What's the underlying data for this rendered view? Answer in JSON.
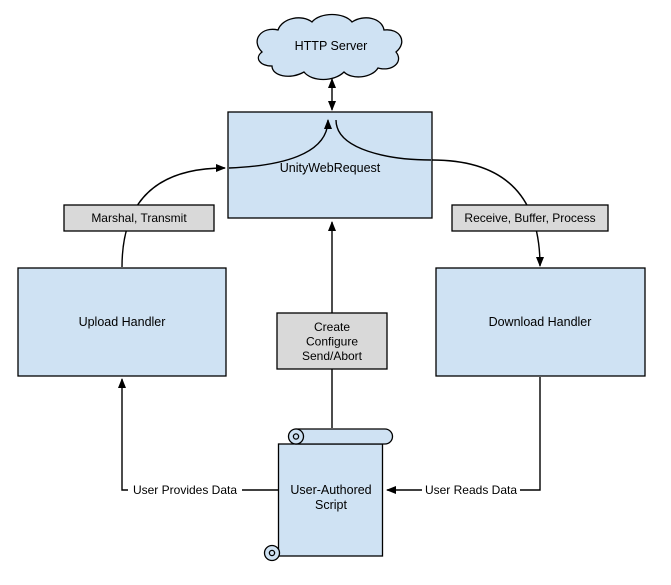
{
  "diagram": {
    "nodes": {
      "http_server": {
        "label": "HTTP Server"
      },
      "unity_web_request": {
        "label": "UnityWebRequest"
      },
      "upload_handler": {
        "label": "Upload Handler"
      },
      "download_handler": {
        "label": "Download Handler"
      },
      "user_authored_script": {
        "line1": "User-Authored",
        "line2": "Script"
      }
    },
    "edge_labels": {
      "marshal_transmit": "Marshal, Transmit",
      "receive_buffer_process": "Receive, Buffer, Process",
      "create": "Create",
      "configure": "Configure",
      "send_abort": "Send/Abort",
      "user_provides_data": "User Provides Data",
      "user_reads_data": "User Reads Data"
    },
    "colors": {
      "node_fill": "#cfe2f3",
      "label_fill": "#d9d9d9",
      "stroke": "#000000",
      "background": "#ffffff"
    }
  }
}
